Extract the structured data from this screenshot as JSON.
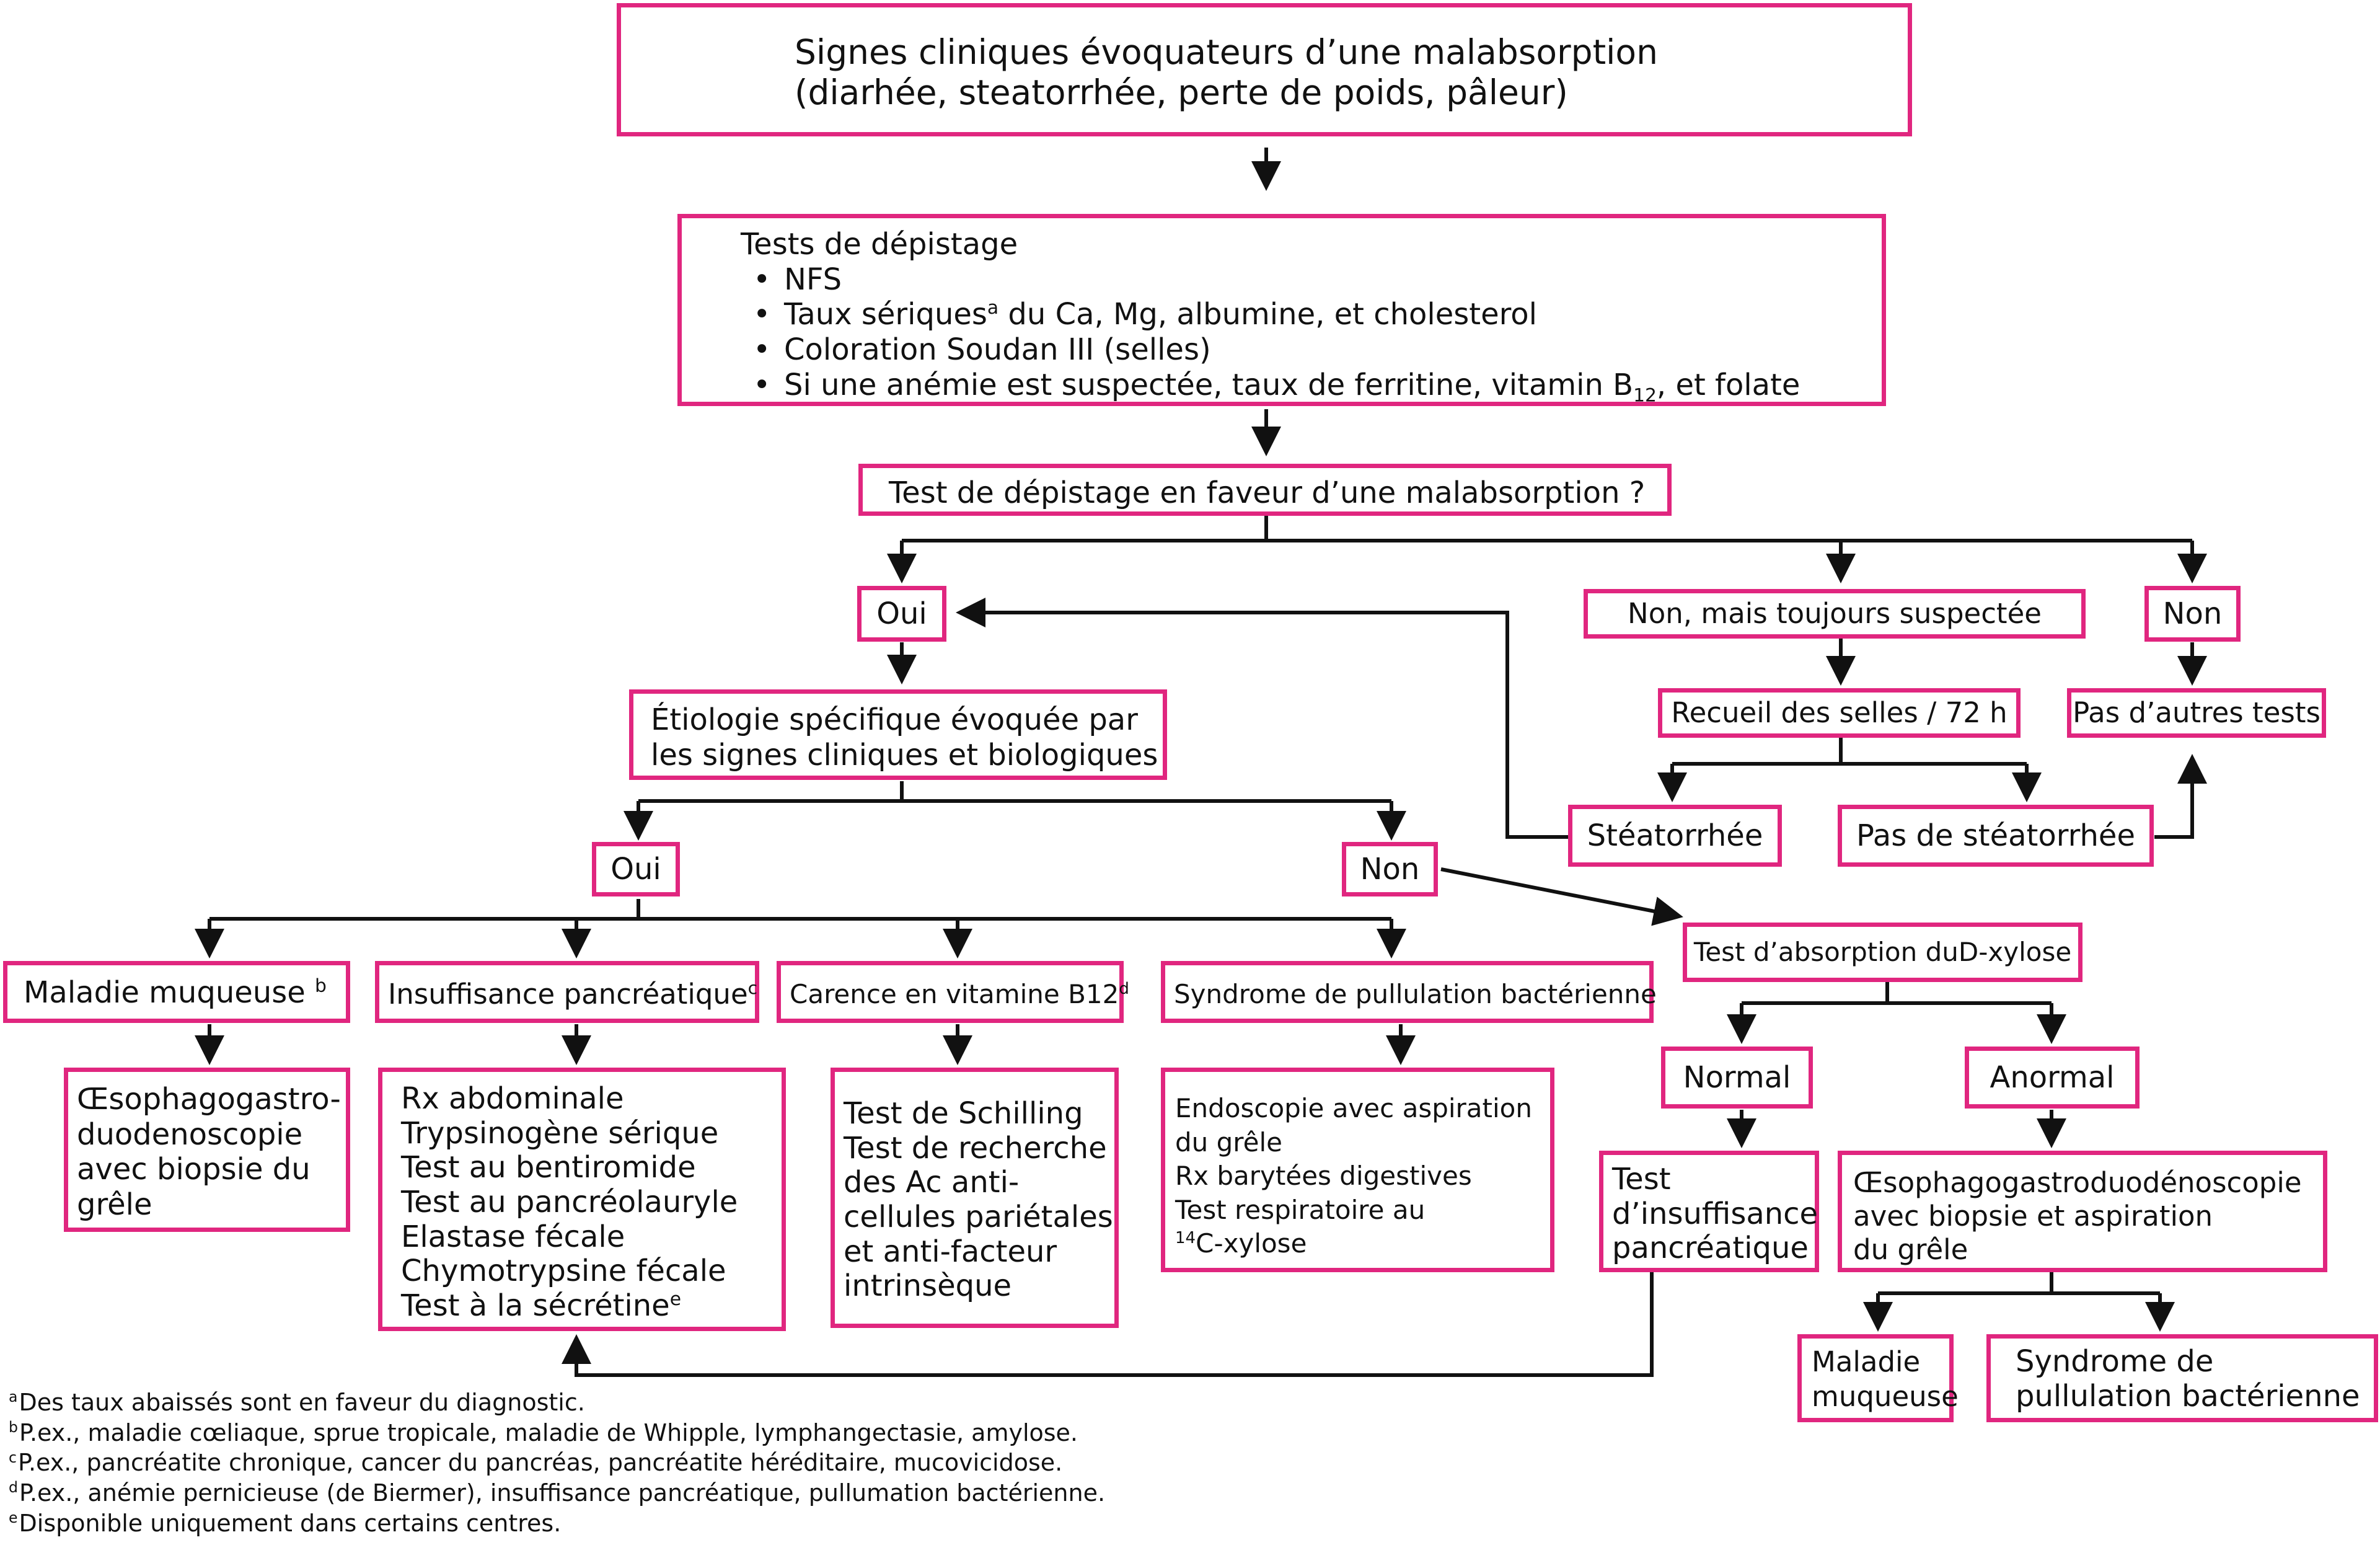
{
  "colors": {
    "box_border": "#e0267f",
    "line": "#111111"
  },
  "nodes": {
    "clinical_signs": {
      "line1": "Signes cliniques évoquateurs d’une malabsorption",
      "line2": "(diarhée, steatorrhée, perte de poids, pâleur)"
    },
    "screening_tests": {
      "title": "Tests de dépistage",
      "item1": "NFS",
      "item2_a": "Taux sériques",
      "item2_sup": "a",
      "item2_b": " du Ca, Mg, albumine, et cholesterol",
      "item3": "Coloration Soudan III  (selles)",
      "item4_a": "Si une  anémie est suspectée, taux de ferritine, vitamin B",
      "item4_sub": "12",
      "item4_b": ", et folate"
    },
    "screening_question": "Test de dépistage en faveur d’une malabsorption ?",
    "yes_1": "Oui",
    "no_but_suspected": "Non, mais toujours suspectée",
    "no_1": "Non",
    "specific_etiology": {
      "line1": "Étiologie spécifique évoquée par",
      "line2": "les signes cliniques et biologiques"
    },
    "stool_collection": "Recueil des selles / 72 h",
    "no_more_tests": "Pas d’autres tests",
    "steatorrhea": "Stéatorrhée",
    "no_steatorrhea": "Pas de stéatorrhée",
    "yes_2": "Oui",
    "no_2": "Non",
    "d_xylose": "Test d’absorption duD-xylose",
    "mucosal_disease": {
      "label": "Maladie muqueuse ",
      "sup": "b"
    },
    "pancreatic_insufficiency": {
      "label": "Insuffisance pancréatique",
      "sup": "c"
    },
    "b12_deficiency": {
      "label": "Carence en vitamine B12",
      "sup": "d"
    },
    "bacterial_overgrowth": "Syndrome de pullulation bactérienne",
    "normal": "Normal",
    "abnormal": "Anormal",
    "egd_biopsy": {
      "line1": "Œsophagogastro-",
      "line2": "duodenoscopie",
      "line3": "avec biopsie du",
      "line4": "grêle"
    },
    "pancreatic_tests": {
      "l1": "Rx abdominale",
      "l2": "Trypsinogène sérique",
      "l3": "Test au bentiromide",
      "l4": "Test au pancréolauryle",
      "l5": "Elastase fécale",
      "l6": "Chymotrypsine fécale",
      "l7": "Test à la sécrétine",
      "l7_sup": "e"
    },
    "b12_tests": {
      "l1": "Test de Schilling",
      "l2": "Test de recherche",
      "l3": "des Ac anti-",
      "l4": "cellules pariétales",
      "l5": "et anti-facteur",
      "l6": "intrinsèque"
    },
    "overgrowth_tests": {
      "l1": "Endoscopie avec aspiration",
      "l2": "du grêle",
      "l3": "Rx barytées digestives",
      "l4": "Test respiratoire au",
      "l5_sup": "14",
      "l5": "C-xylose"
    },
    "pancreatic_insufficiency_test": {
      "l1": "Test",
      "l2": "d’insuffisance",
      "l3": "pancréatique"
    },
    "egd_biopsy_aspiration": {
      "l1": "Œsophagogastroduodénoscopie",
      "l2": "avec biopsie et aspiration",
      "l3": "du grêle"
    },
    "mucosal_disease_final": {
      "l1": "Maladie",
      "l2": "muqueuse"
    },
    "bacterial_overgrowth_final": {
      "l1": "Syndrome de",
      "l2": "pullulation bactérienne"
    }
  },
  "footnotes": [
    {
      "mark": "a",
      "text": "Des taux abaissés sont en faveur du diagnostic."
    },
    {
      "mark": "b",
      "text": "P.ex., maladie cœliaque, sprue tropicale, maladie de Whipple, lymphangectasie, amylose."
    },
    {
      "mark": "c",
      "text": "P.ex., pancréatite chronique, cancer du pancréas, pancréatite héréditaire, mucovicidose."
    },
    {
      "mark": "d",
      "text": "P.ex., anémie pernicieuse (de Biermer), insuffisance pancréatique, pullumation bactérienne."
    },
    {
      "mark": "e",
      "text": "Disponible uniquement dans certains centres."
    }
  ]
}
